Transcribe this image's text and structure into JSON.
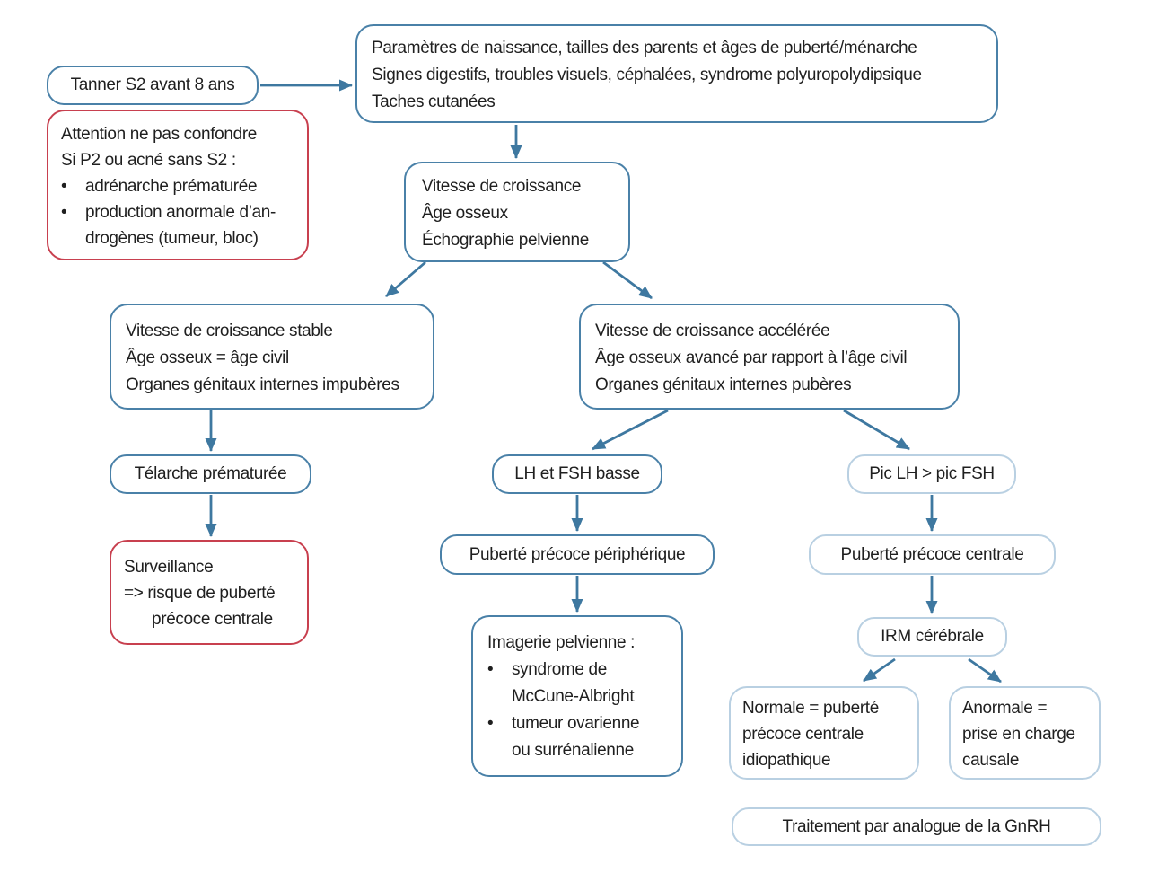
{
  "colors": {
    "blue": "#4a81a8",
    "light": "#b9d0e2",
    "red": "#c8404f",
    "arrow": "#3e78a0",
    "text": "#1f1f1f",
    "bg": "#ffffff"
  },
  "bullet_marker": "•",
  "nodes": {
    "tanner": {
      "lines": [
        "Tanner S2 avant 8 ans"
      ]
    },
    "anamnese": {
      "lines": [
        "Paramètres de naissance, tailles des parents et âges de puberté/ménarche",
        "Signes digestifs, troubles visuels, céphalées, syndrome polyuropolydipsique",
        "Taches cutanées"
      ]
    },
    "attention": {
      "lines": [
        "Attention ne pas confondre",
        "Si P2 ou acné sans S2 :"
      ],
      "bullets": [
        {
          "lines": [
            "adrénarche prématurée"
          ]
        },
        {
          "lines": [
            "production anormale d’an-",
            "drogènes (tumeur, bloc)"
          ]
        }
      ]
    },
    "bilan": {
      "lines": [
        "Vitesse de croissance",
        "Âge osseux",
        "Échographie pelvienne"
      ]
    },
    "branche_stable": {
      "lines": [
        "Vitesse de croissance stable",
        "Âge osseux = âge civil",
        "Organes génitaux internes impubères"
      ]
    },
    "branche_acceleree": {
      "lines": [
        "Vitesse de croissance accélérée",
        "Âge osseux avancé par rapport à l’âge civil",
        "Organes génitaux internes pubères"
      ]
    },
    "telarche": {
      "lines": [
        "Télarche prématurée"
      ]
    },
    "surveillance": {
      "lines": [
        "Surveillance",
        "=> risque de puberté",
        "précoce centrale"
      ]
    },
    "lh_fsh_basse": {
      "lines": [
        "LH et FSH basse"
      ]
    },
    "pic_lh": {
      "lines": [
        "Pic LH > pic FSH"
      ]
    },
    "pp_peripherique": {
      "lines": [
        "Puberté précoce périphérique"
      ]
    },
    "pp_centrale": {
      "lines": [
        "Puberté précoce centrale"
      ]
    },
    "imagerie": {
      "lines": [
        "Imagerie pelvienne :"
      ],
      "bullets": [
        {
          "lines": [
            "syndrome de",
            "McCune-Albright"
          ]
        },
        {
          "lines": [
            "tumeur ovarienne",
            "ou surrénalienne"
          ]
        }
      ]
    },
    "irm": {
      "lines": [
        "IRM cérébrale"
      ]
    },
    "normale": {
      "lines": [
        "Normale = puberté",
        "précoce centrale",
        "idiopathique"
      ]
    },
    "anormale": {
      "lines": [
        "Anormale =",
        "prise en charge",
        "causale"
      ]
    },
    "traitement": {
      "lines": [
        "Traitement par analogue de la GnRH"
      ]
    }
  }
}
